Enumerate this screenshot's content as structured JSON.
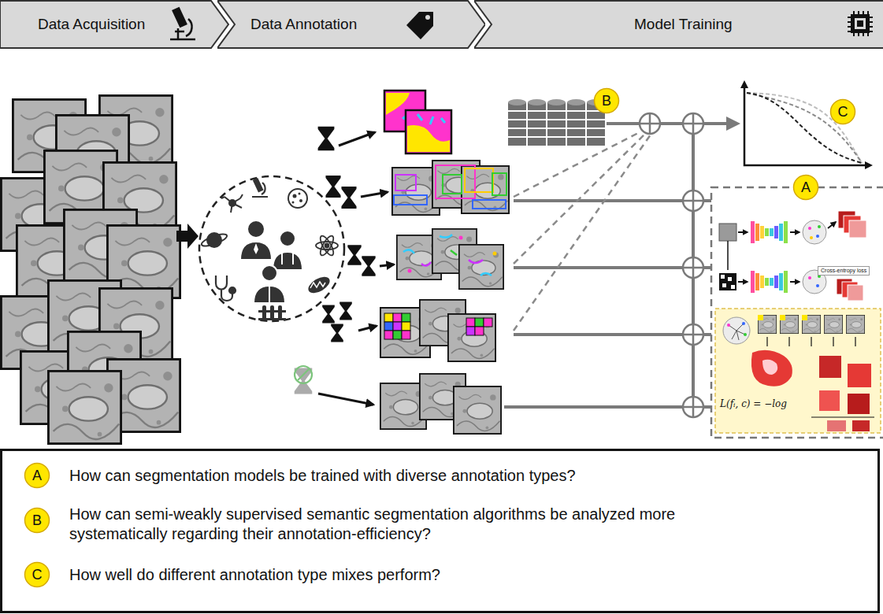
{
  "diagram": {
    "nodes": [
      {
        "text": [
          "Data Acquisition"
        ]
      },
      {
        "text": [
          "Data Annotation"
        ]
      },
      {
        "text": [
          "Model Training"
        ]
      },
      {
        "text": [
          "B"
        ]
      },
      {
        "text": [
          "C"
        ]
      },
      {
        "text": [
          "A"
        ]
      },
      {
        "text": [
          "How can segmentation models be trained with diverse annotation types?",
          "How can semi-weakly supervised semantic segmentation algorithms be analyzed more systematically regarding their annotation-efficiency?",
          "How well do different annotation type mixes perform?"
        ]
      },
      {
        "text": [
          "A"
        ],
        "in": 6
      },
      {
        "text": [
          "B"
        ],
        "in": 6
      },
      {
        "text": [
          "C"
        ],
        "in": 6
      }
    ],
    "labels": [
      "Cross-entropy loss",
      "L(fᵢ, c) = −log"
    ]
  }
}
